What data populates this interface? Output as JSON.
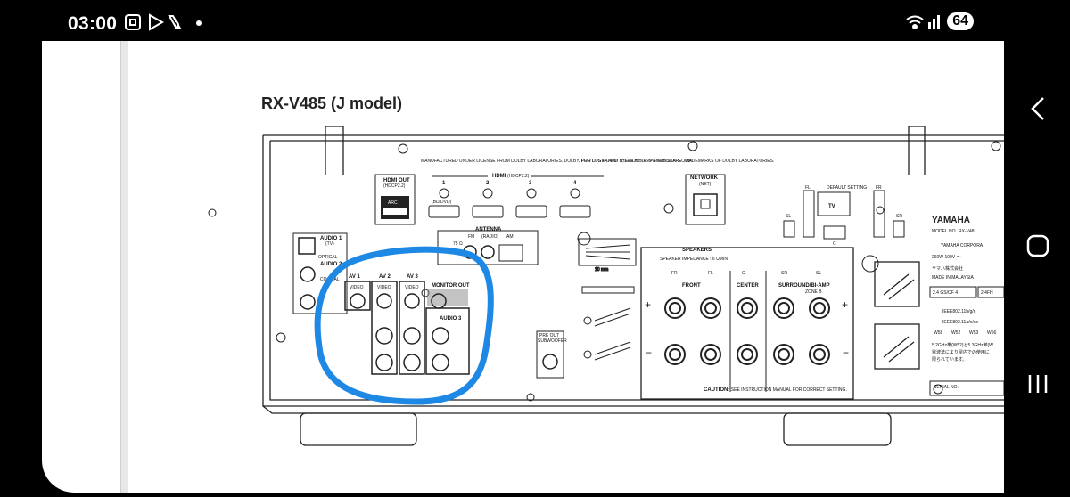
{
  "status_bar": {
    "time": "03:00",
    "battery": "64",
    "left_icons": [
      "screenshot-icon",
      "play-store-icon",
      "app-icon",
      "dot-icon"
    ],
    "right_icons": [
      "wifi-icon",
      "signal-icon"
    ]
  },
  "document": {
    "title": "RX-V485 (J model)",
    "panel": {
      "license_text": "MANUFACTURED UNDER LICENSE FROM DOLBY LABORATORIES. DOLBY, PRO LOGIC, AND THE DOUBLE-D SYMBOL ARE TRADEMARKS OF DOLBY LABORATORIES.",
      "dts_text": "FOR DTS PATENTS, SEE HTTP://PATENTS.DTS.COM.",
      "hdmi_out": "HDMI OUT",
      "hdmi_out_sub": "(HDCP2.2)",
      "arc": "ARC",
      "hdmi_label": "HDMI",
      "hdmi_label_sub": "(HDCP2.2)",
      "hdmi_inputs": [
        "1",
        "2",
        "3",
        "4"
      ],
      "bd_dvd": "(BD/DVD)",
      "network": "NETWORK",
      "network_sub": "(NET)",
      "default_setting": "DEFAULT SETTING",
      "tv": "TV",
      "fl": "FL",
      "fr": "FR",
      "sl": "SL",
      "sr": "SR",
      "c": "C",
      "antenna": "ANTENNA",
      "fm": "FM",
      "radio": "(RADIO)",
      "am": "AM",
      "ohm75": "75 Ω",
      "audio1": "AUDIO 1",
      "audio1_sub": "(TV)",
      "optical": "OPTICAL",
      "audio2": "AUDIO 2",
      "coaxial": "COAXIAL",
      "av1": "AV 1",
      "av2": "AV 2",
      "av3": "AV 3",
      "video": "VIDEO",
      "monitor_out": "MONITOR OUT",
      "audio3": "AUDIO 3",
      "pre_out": "PRE OUT",
      "subwoofer": "SUBWOOFER",
      "speakers": "SPEAKERS",
      "speaker_impedance": "SPEAKER IMPEDANCE : 6 ΩMIN.",
      "front": "FRONT",
      "center": "CENTER",
      "surround": "SURROUND/BI-AMP",
      "zone_b": "ZONE B",
      "sp_fr": "FR",
      "sp_fl": "FL",
      "sp_c": "C",
      "sp_sr": "SR",
      "sp_sl": "SL",
      "caution": "CAUTION",
      "caution_text": ": SEE INSTRUCTION MANUAL FOR CORRECT SETTING.",
      "mm": "10 mm",
      "brand": "YAMAHA",
      "model_no": "MODEL NO.",
      "model_value": "RX-V48",
      "yamaha_corp": "YAMAHA CORPORA",
      "power": "260W  100V ～",
      "yamaha_jp": "ヤマハ株式会社",
      "made_in": "MADE IN MALAYSIA",
      "band1": "2.4 GS/OF 4",
      "band2": "2.4FH",
      "ieee1": "IEEE802.11b/g/n",
      "ieee2": "IEEE802.11a/n/ac",
      "w52": "W52",
      "w53": "W53",
      "w56": "W56",
      "w58": "W58",
      "notice1": "5.2GHz帯(W52)と5.3GHz帯(W",
      "notice2": "電波法により屋内での使用に",
      "notice3": "限られています。",
      "serial": "SERIAL NO."
    },
    "annotation": {
      "highlight_color": "#1E88E5",
      "shape": "circle"
    }
  }
}
